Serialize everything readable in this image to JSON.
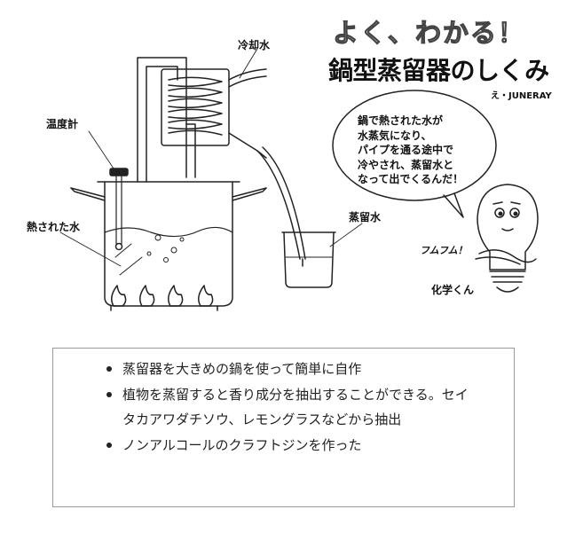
{
  "poster": {
    "subtitle": "よく、わかる！",
    "title": "鍋型蒸留器のしくみ",
    "credit": "え・JUNERAY"
  },
  "labels": {
    "cooling_water": "冷却水",
    "thermometer": "温度計",
    "heated_water": "熱された水",
    "distilled_water": "蒸留水"
  },
  "character": {
    "speech": "鍋で熱された水が\n水蒸気になり、\nパイプを通る途中で\n冷やされ、蒸留水と\nなって出でくるんだ！",
    "exclamation": "フムフム！",
    "name": "化学くん"
  },
  "notes": {
    "items": [
      "蒸留器を大きめの鍋を使って簡単に自作",
      "植物を蒸留すると香り成分を抽出することができる。セイタカアワダチソウ、レモングラスなどから抽出",
      "ノンアルコールのクラフトジンを作った"
    ]
  },
  "colors": {
    "line": "#222222",
    "box_border": "#9a9a9a"
  }
}
